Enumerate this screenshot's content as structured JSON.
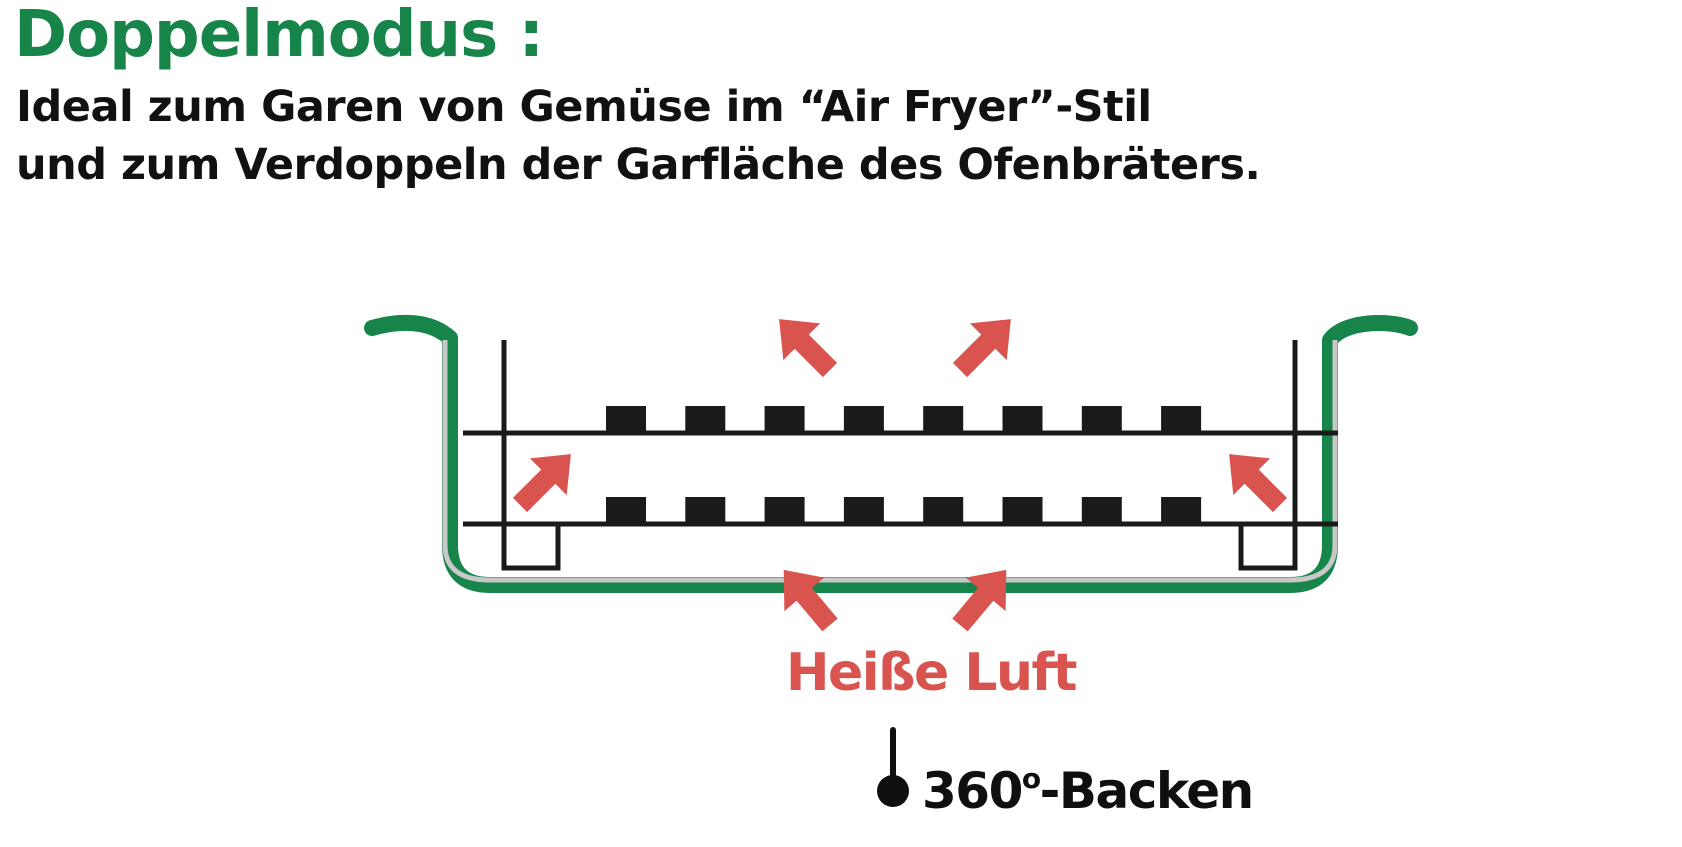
{
  "heading": {
    "title": "Doppelmodus :",
    "line1": "Ideal zum Garen von Gemüse im “Air Fryer”-Stil",
    "line2": "und zum Verdoppeln der Garfläche des Ofenbräters."
  },
  "diagram": {
    "hot_air_label": "Heiße Luft",
    "baking_label_number": "360",
    "baking_label_degree": "o",
    "baking_label_suffix": "-Backen",
    "colors": {
      "pan": "#17844a",
      "pan_inner": "#c8c8c8",
      "rack": "#1a1a1a",
      "arrow": "#d9534f"
    }
  }
}
